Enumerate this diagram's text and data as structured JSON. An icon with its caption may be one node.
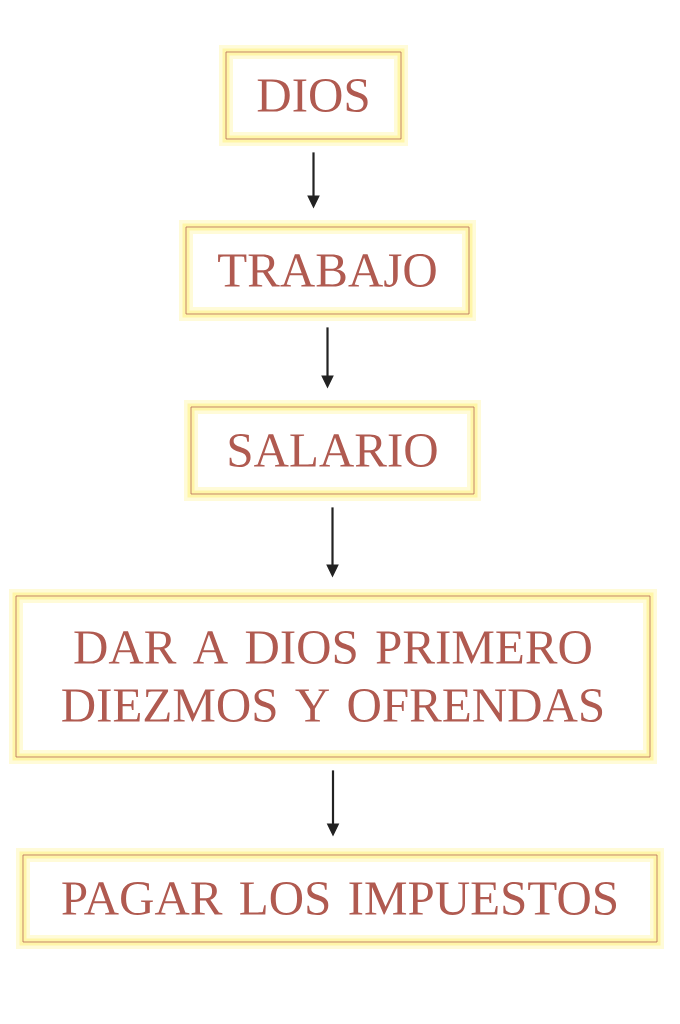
{
  "diagram": {
    "nodes": [
      {
        "text": [
          "DIOS"
        ]
      },
      {
        "text": [
          "TRABAJO"
        ]
      },
      {
        "text": [
          "SALARIO"
        ]
      },
      {
        "text": [
          "DAR A DIOS PRIMERO DIEZMOS Y OFRENDAS"
        ]
      },
      {
        "text": [
          "PAGAR LOS IMPUESTOS"
        ]
      }
    ],
    "edges": [
      {
        "from": 0,
        "to": 1,
        "arrow": "to"
      },
      {
        "from": 1,
        "to": 2,
        "arrow": "to"
      },
      {
        "from": 2,
        "to": 3,
        "arrow": "to"
      },
      {
        "from": 3,
        "to": 4,
        "arrow": "to"
      }
    ]
  }
}
